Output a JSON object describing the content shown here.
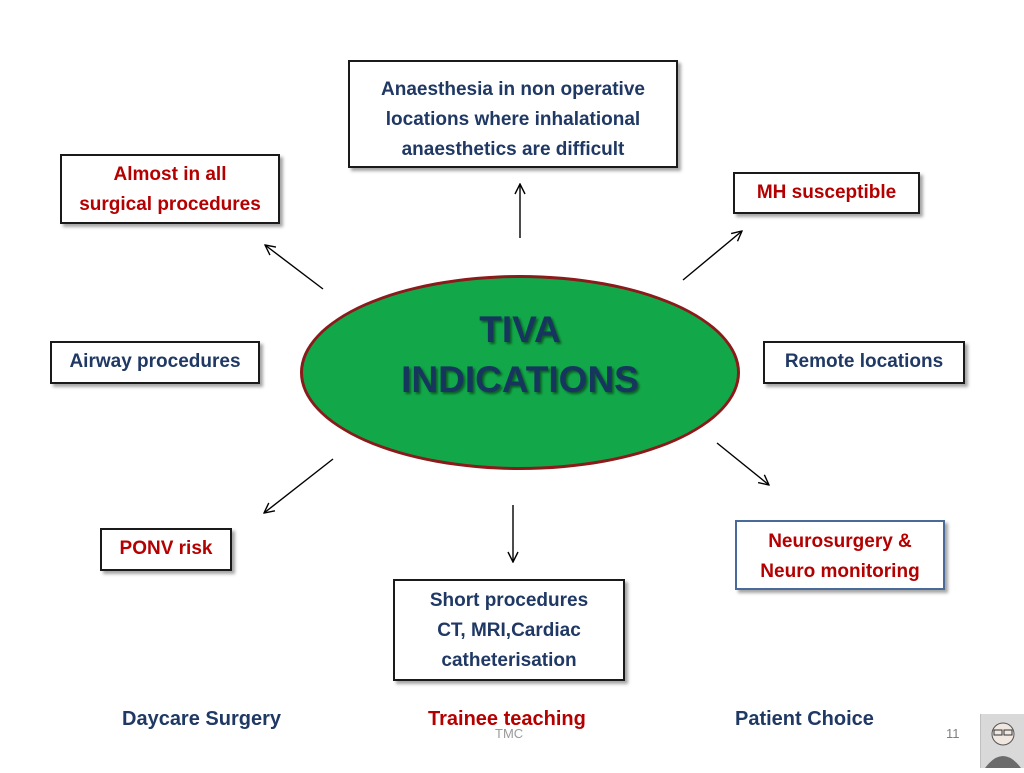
{
  "center": {
    "title": "TIVA\nINDICATIONS"
  },
  "boxes": {
    "non_operative": "Anaesthesia in non operative\nlocations where inhalational\nanaesthetics are difficult",
    "surgical": "Almost in all\nsurgical procedures",
    "mh": "MH susceptible",
    "airway": "Airway procedures",
    "remote": "Remote locations",
    "ponv": "PONV risk",
    "neuro": "Neurosurgery &\nNeuro monitoring",
    "short": "Short procedures\nCT, MRI,Cardiac\ncatheterisation"
  },
  "footer": {
    "daycare": "Daycare Surgery",
    "trainee": "Trainee teaching",
    "patient": "Patient Choice",
    "tag": "TMC",
    "page": "11"
  },
  "colors": {
    "oval_fill": "#12a84a",
    "oval_border": "#8b1a1a",
    "navy": "#1f3864",
    "red": "#b40000"
  }
}
